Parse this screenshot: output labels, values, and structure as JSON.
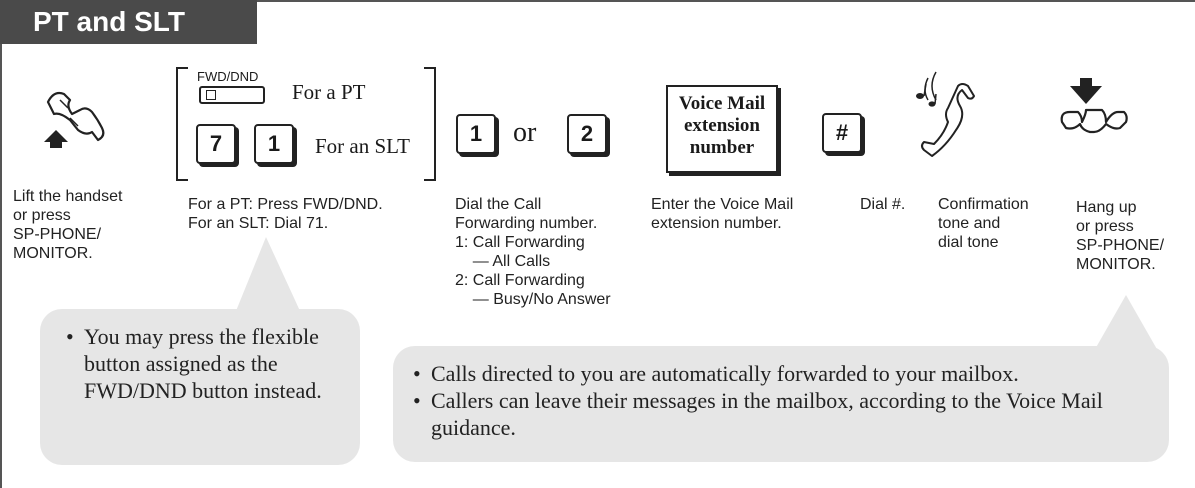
{
  "title": "PT and SLT",
  "steps": {
    "lift": {
      "caption": "Lift the handset\nor press\nSP-PHONE/\nMONITOR.",
      "icon": "lift-handset-icon"
    },
    "fwd": {
      "key_fwd_label": "FWD/DND",
      "for_pt": "For a PT",
      "key_7": "7",
      "key_1": "1",
      "for_slt": "For an SLT",
      "caption": "For a PT: Press FWD/DND.\nFor an SLT: Dial 71."
    },
    "dial": {
      "key_a": "1",
      "or_text": "or",
      "key_b": "2",
      "caption": "Dial the Call\nForwarding number.\n1: Call Forwarding\n    — All Calls\n2: Call Forwarding\n    — Busy/No Answer"
    },
    "vm": {
      "box_text": "Voice Mail\nextension\nnumber",
      "caption": "Enter the Voice Mail\nextension number."
    },
    "hash": {
      "key": "#",
      "caption": "Dial #."
    },
    "confirm": {
      "caption": "Confirmation\ntone and\ndial tone",
      "icon": "ringing-handset-icon"
    },
    "hangup": {
      "caption": "Hang up\nor press\nSP-PHONE/\nMONITOR.",
      "icon": "hang-up-handset-icon"
    }
  },
  "notes": {
    "left": [
      "You may press the flexible button assigned as the FWD/DND button instead."
    ],
    "right": [
      "Calls directed to you are automatically forwarded to your mailbox.",
      "Callers can leave their messages in the mailbox, according to the Voice Mail guidance."
    ]
  },
  "colors": {
    "tab": "#4a4a4a",
    "callout": "#e6e6e6",
    "ink": "#222222"
  }
}
